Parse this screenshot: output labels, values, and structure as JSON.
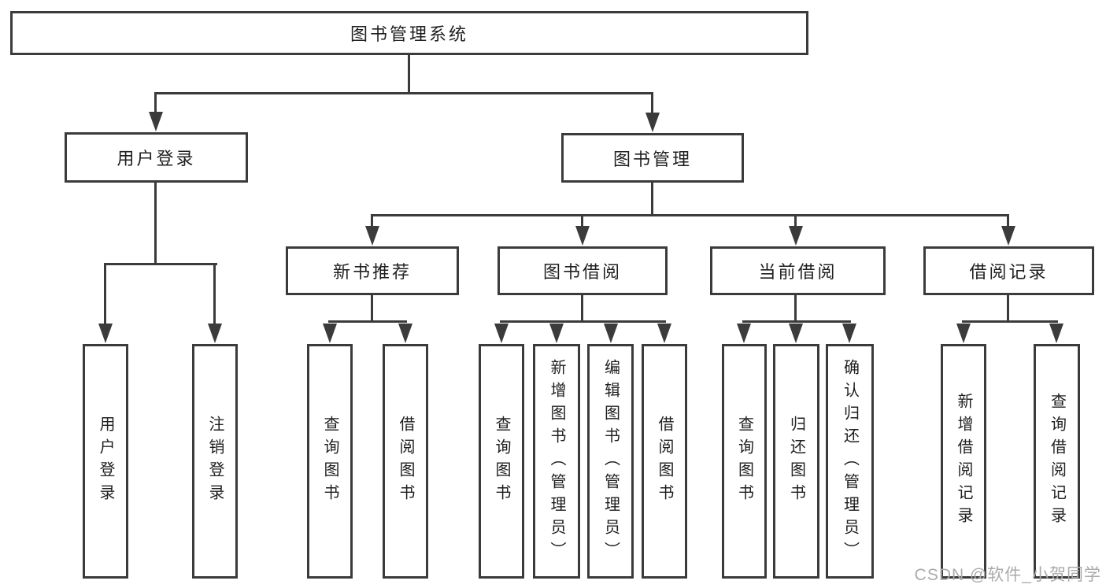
{
  "diagram": {
    "root": {
      "label": "图书管理系统"
    },
    "user_login": {
      "label": "用户登录",
      "children": [
        {
          "label": "用户登录"
        },
        {
          "label": "注销登录"
        }
      ]
    },
    "book_mgmt": {
      "label": "图书管理",
      "groups": [
        {
          "label": "新书推荐",
          "children": [
            {
              "label": "查询图书"
            },
            {
              "label": "借阅图书"
            }
          ]
        },
        {
          "label": "图书借阅",
          "children": [
            {
              "label": "查询图书"
            },
            {
              "label": "新增图书（管理员）"
            },
            {
              "label": "编辑图书（管理员）"
            },
            {
              "label": "借阅图书"
            }
          ]
        },
        {
          "label": "当前借阅",
          "children": [
            {
              "label": "查询图书"
            },
            {
              "label": "归还图书"
            },
            {
              "label": "确认归还（管理员）"
            }
          ]
        },
        {
          "label": "借阅记录",
          "children": [
            {
              "label": "新增借阅记录"
            },
            {
              "label": "查询借阅记录"
            }
          ]
        }
      ]
    }
  },
  "watermark": {
    "text": "CSDN @软件_小贺同学"
  },
  "colors": {
    "line": "#3b3b3b",
    "text": "#1f1f1f",
    "watermark": "#ababab",
    "background": "#ffffff"
  }
}
